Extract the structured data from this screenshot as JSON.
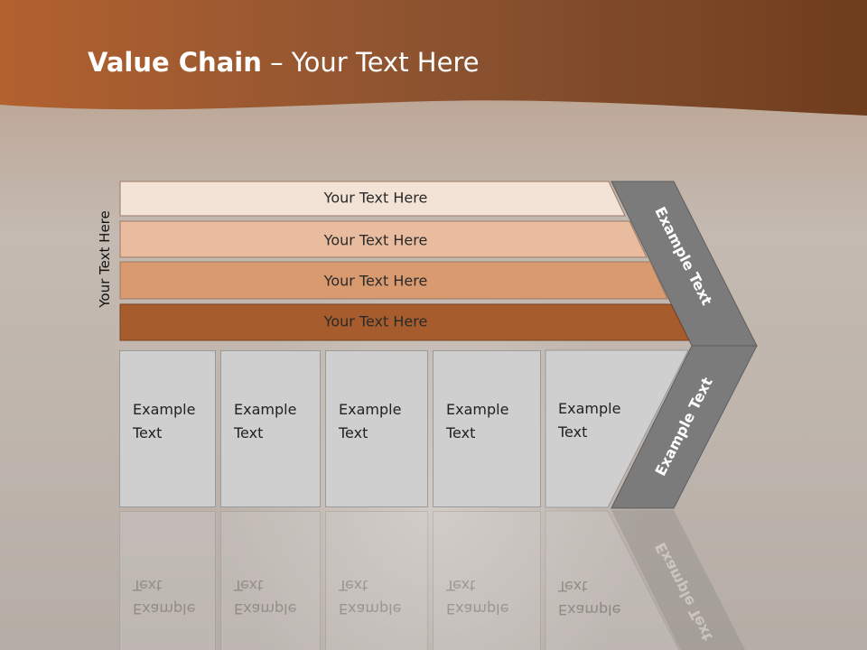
{
  "slide": {
    "title_bold": "Value Chain",
    "title_rest": " – Your Text Here",
    "vertical_label": "Your Text Here"
  },
  "support_bars": [
    {
      "label": "Your Text Here",
      "color": "#f3e2d6"
    },
    {
      "label": "Your Text Here",
      "color": "#e9bc9f"
    },
    {
      "label": "Your Text Here",
      "color": "#d99a6f"
    },
    {
      "label": "Your Text Here",
      "color": "#a65c2d"
    }
  ],
  "primary_activities": [
    {
      "label": "Example\nText"
    },
    {
      "label": "Example\nText"
    },
    {
      "label": "Example\nText"
    },
    {
      "label": "Example\nText"
    },
    {
      "label": "Example\nText"
    }
  ],
  "arrow": {
    "top_label": "Example Text",
    "bottom_label": "Example Text",
    "color": "#7b7b7b"
  },
  "colors": {
    "header": "#8a4a24",
    "box": "#cfcfd0"
  }
}
